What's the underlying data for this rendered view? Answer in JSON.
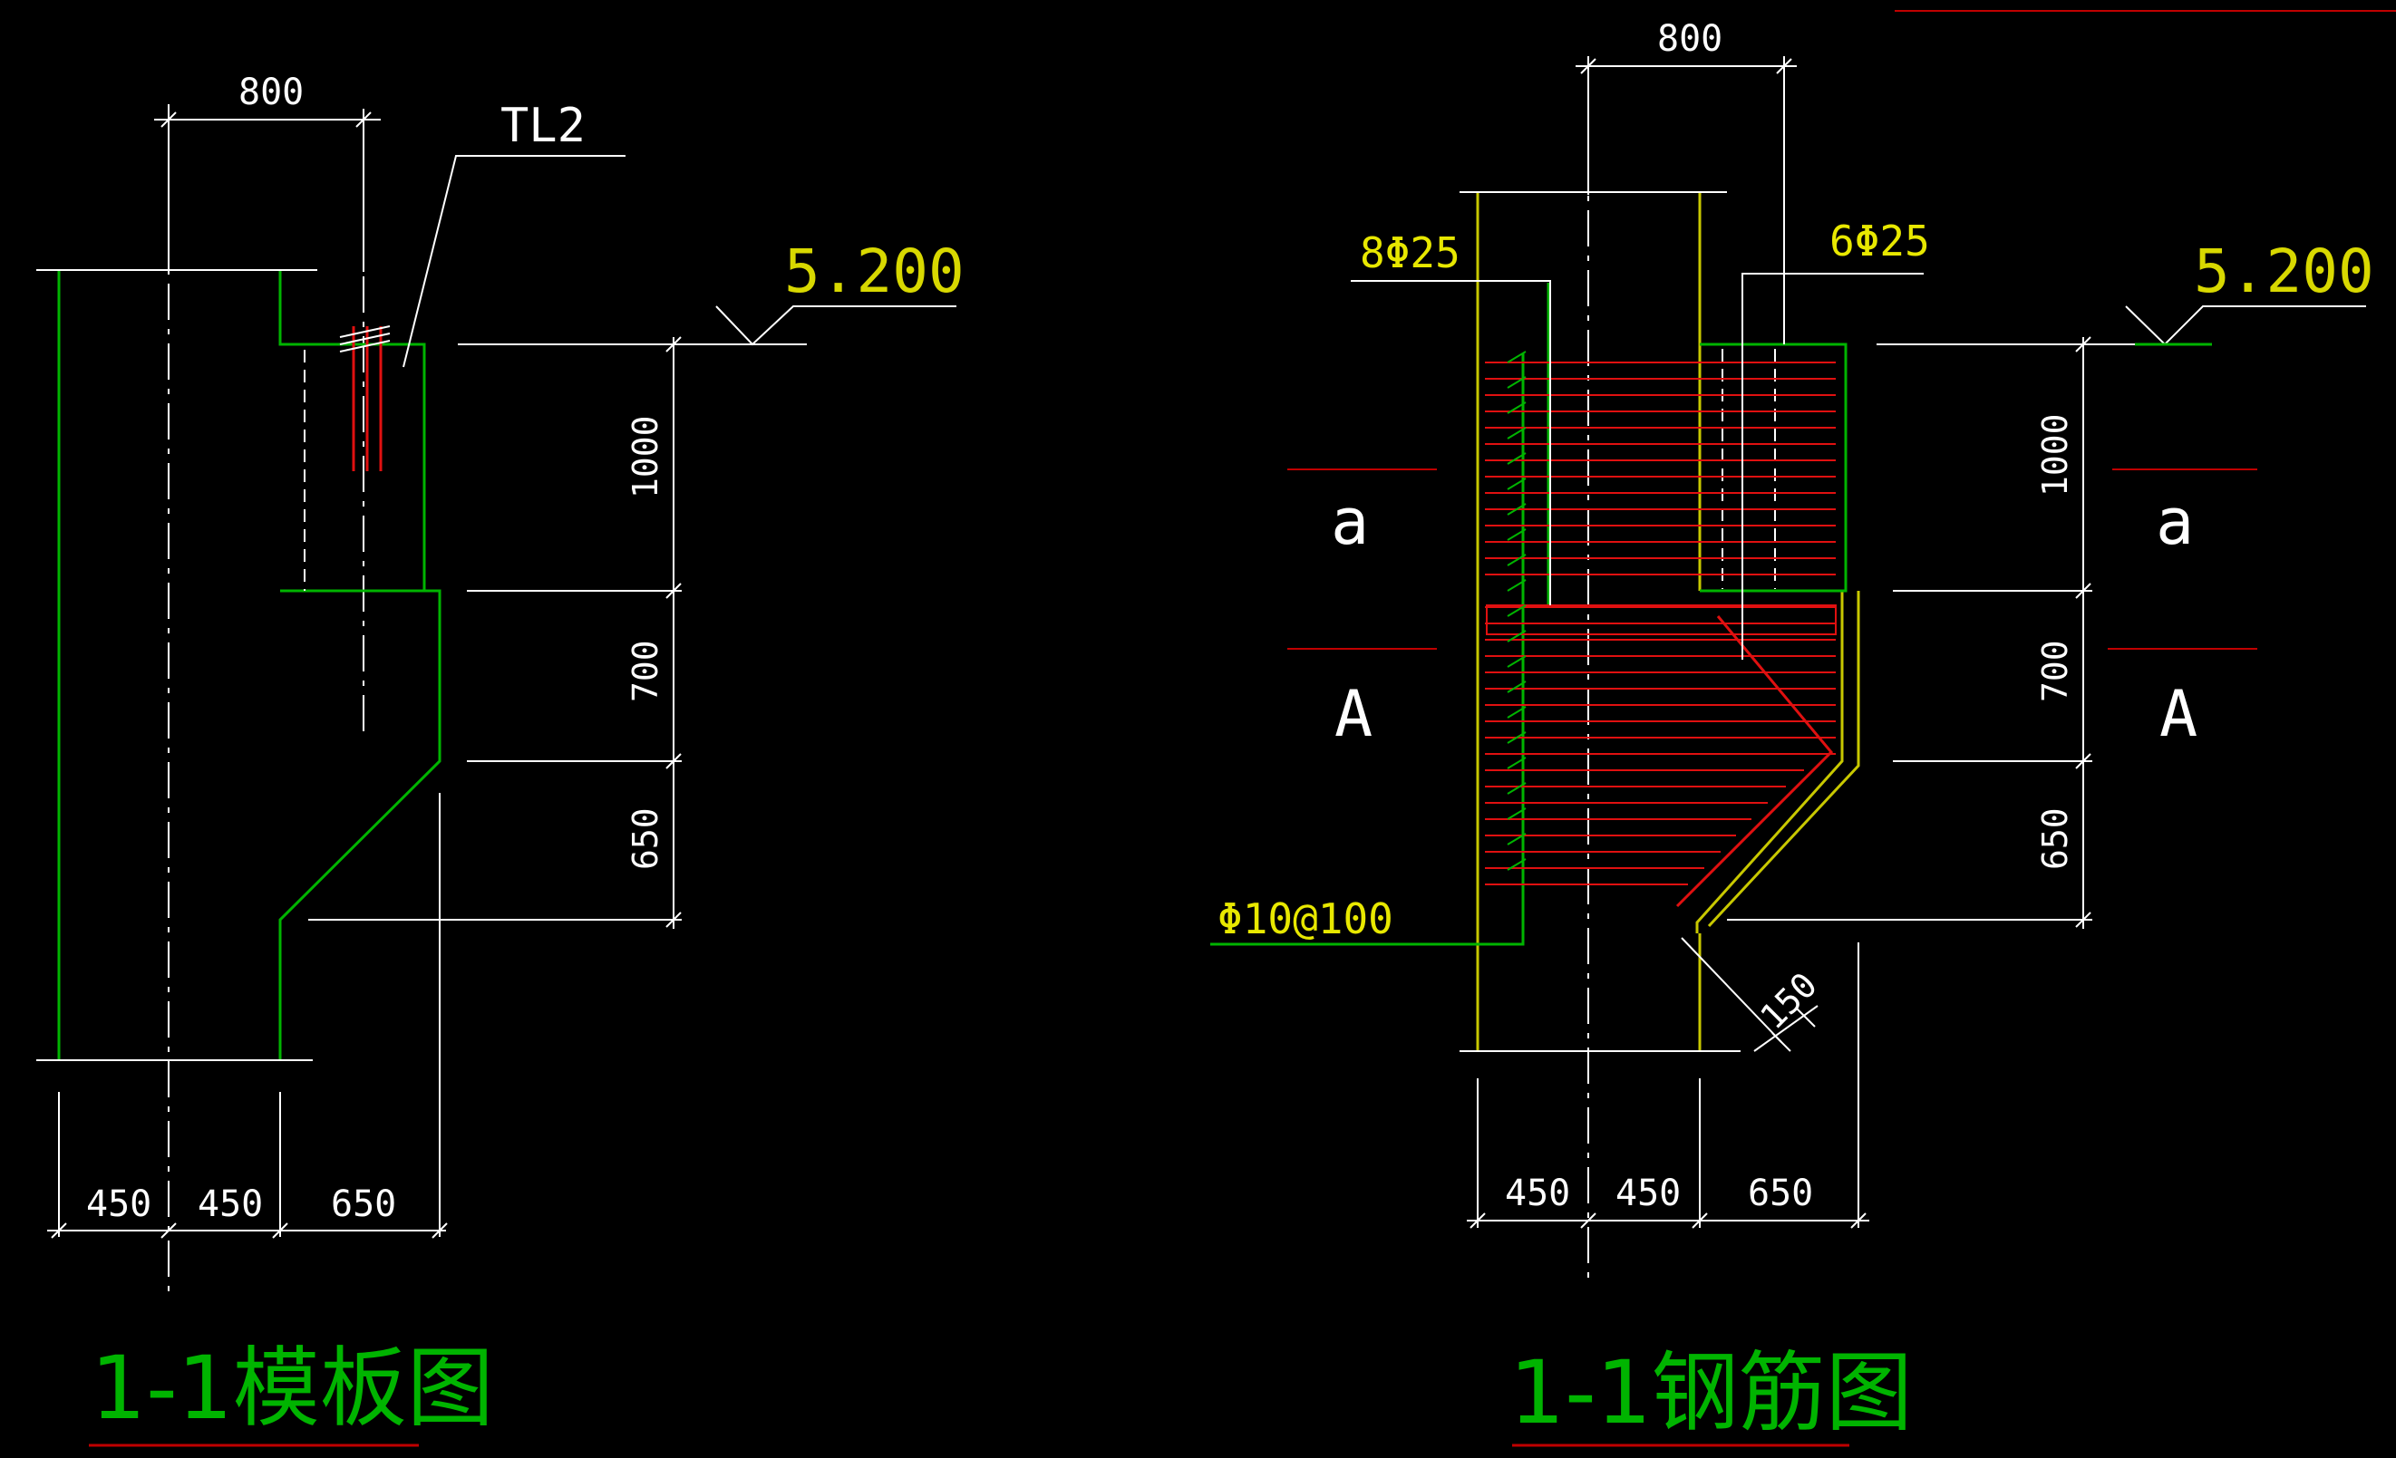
{
  "left_view": {
    "title": "1-1模板图",
    "top_dim": "800",
    "tag": "TL2",
    "elevation": "5.200",
    "v_dims": [
      "1000",
      "700",
      "650"
    ],
    "h_dims": [
      "450",
      "450",
      "650"
    ]
  },
  "right_view": {
    "title": "1-1钢筋图",
    "top_dim": "800",
    "bar_left": "8Φ25",
    "bar_right": "6Φ25",
    "stirrup": "Φ10@100",
    "elevation": "5.200",
    "v_dims": [
      "1000",
      "700",
      "650"
    ],
    "h_dims": [
      "450",
      "450",
      "650"
    ],
    "chamfer_dim": "150",
    "section_marks": [
      "a",
      "A",
      "a",
      "A"
    ]
  },
  "colors": {
    "background": "#000000",
    "outline": "#00b400",
    "rebar": "#e01010",
    "dimension": "#ffffff",
    "label": "#e8e800"
  }
}
